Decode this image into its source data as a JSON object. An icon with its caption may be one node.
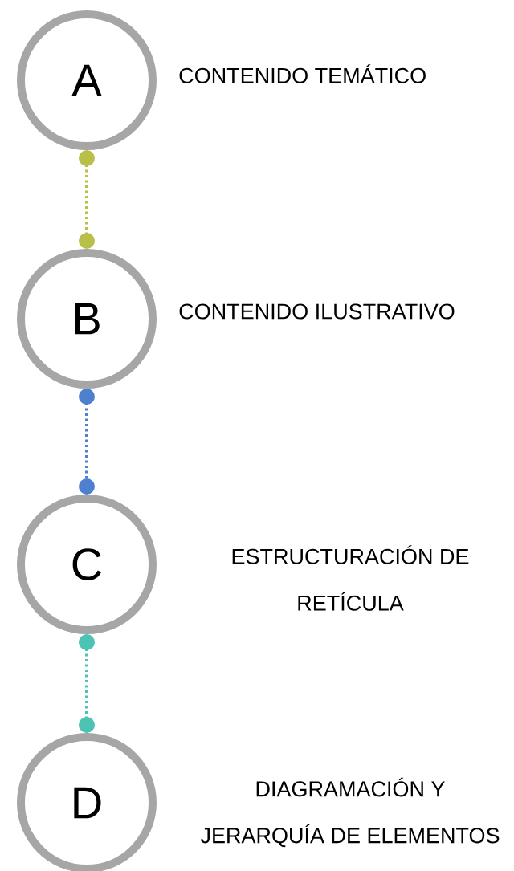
{
  "diagram": {
    "nodes": [
      {
        "text": [
          "A"
        ],
        "beside": [
          "CONTENIDO TEMÁTICO"
        ]
      },
      {
        "text": [
          "B"
        ],
        "beside": [
          "CONTENIDO ILUSTRATIVO"
        ]
      },
      {
        "text": [
          "C"
        ],
        "beside": [
          "ESTRUCTURACIÓN DE RETÍCULA"
        ]
      },
      {
        "text": [
          "D"
        ],
        "beside": [
          "DIAGRAMACIÓN Y JERARQUÍA DE ELEMENTOS"
        ]
      }
    ],
    "edges": [
      {
        "from": 0,
        "to": 1,
        "arrow": "other",
        "style": "dashed",
        "color": "#b8c04a"
      },
      {
        "from": 1,
        "to": 2,
        "arrow": "other",
        "style": "dashed",
        "color": "#4f80cf"
      },
      {
        "from": 2,
        "to": 3,
        "arrow": "other",
        "style": "dashed",
        "color": "#4cc3b5"
      }
    ]
  }
}
